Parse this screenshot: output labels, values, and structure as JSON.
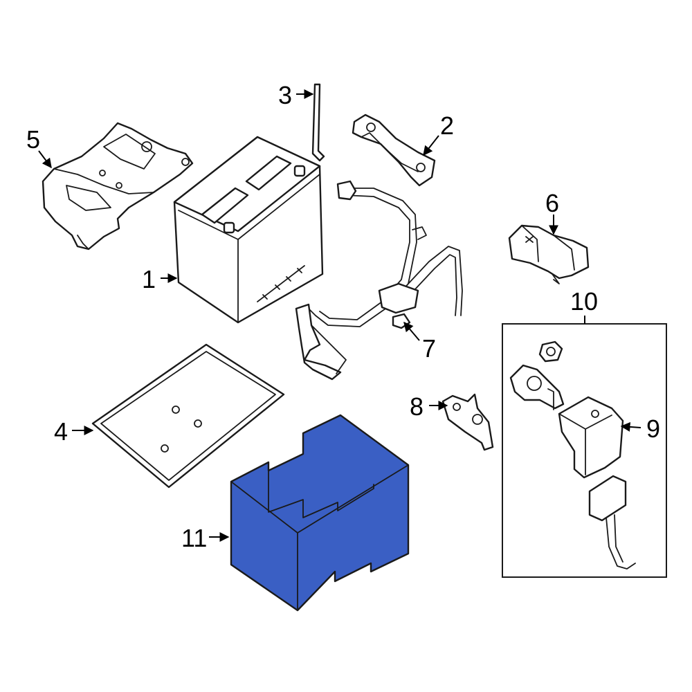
{
  "colors": {
    "highlight": "#3a5fc4",
    "line": "#1a1a1a",
    "background": "#ffffff"
  },
  "callouts": [
    {
      "id": "1",
      "label": "1"
    },
    {
      "id": "2",
      "label": "2"
    },
    {
      "id": "3",
      "label": "3"
    },
    {
      "id": "4",
      "label": "4"
    },
    {
      "id": "5",
      "label": "5"
    },
    {
      "id": "6",
      "label": "6"
    },
    {
      "id": "7",
      "label": "7"
    },
    {
      "id": "8",
      "label": "8"
    },
    {
      "id": "9",
      "label": "9"
    },
    {
      "id": "10",
      "label": "10"
    },
    {
      "id": "11",
      "label": "11"
    }
  ],
  "highlighted_part": "11"
}
